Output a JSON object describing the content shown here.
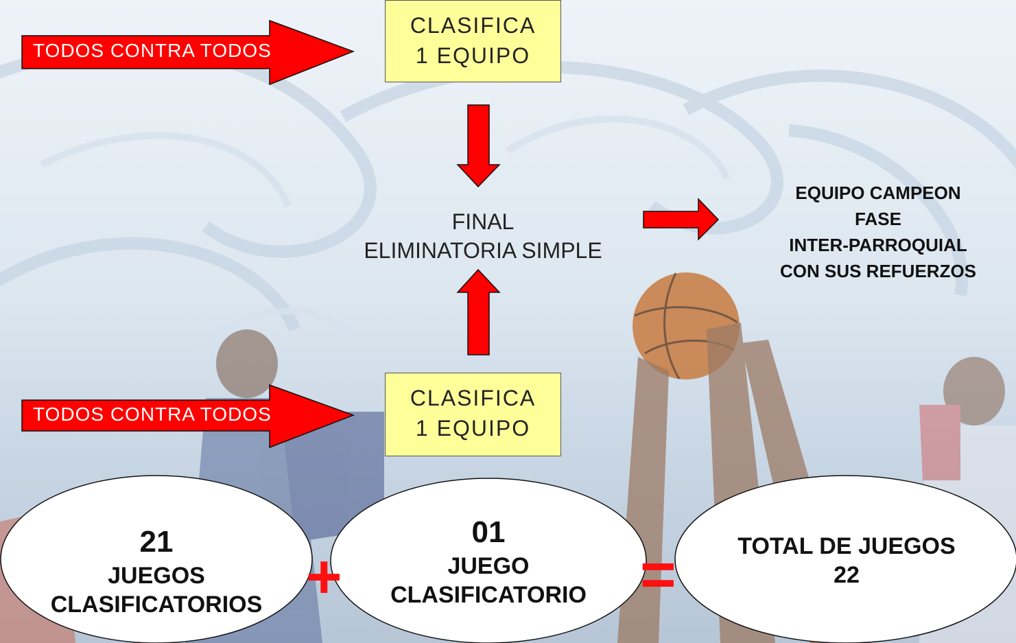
{
  "colors": {
    "arrow": "#ff0000",
    "box_fill": "#ffff99",
    "operator": "#ff1010",
    "oval_fill": "#ffffff"
  },
  "top_group": {
    "arrow_label": "TODOS CONTRA TODOS",
    "box_line1": "CLASIFICA",
    "box_line2": "1 EQUIPO"
  },
  "bottom_group": {
    "arrow_label": "TODOS CONTRA TODOS",
    "box_line1": "CLASIFICA",
    "box_line2": "1 EQUIPO"
  },
  "final": {
    "line1": "FINAL",
    "line2": "ELIMINATORIA SIMPLE"
  },
  "champion": {
    "line1": "EQUIPO CAMPEON",
    "line2": "FASE",
    "line3": "INTER-PARROQUIAL",
    "line4": "CON SUS REFUERZOS"
  },
  "summary": {
    "oval1": {
      "number": "21",
      "line1": "JUEGOS",
      "line2": "CLASIFICATORIOS"
    },
    "plus": "+",
    "oval2": {
      "number": "01",
      "line1": "JUEGO",
      "line2": "CLASIFICATORIO"
    },
    "equals": "=",
    "oval3": {
      "line1": "TOTAL DE JUEGOS",
      "line2": "22"
    }
  }
}
